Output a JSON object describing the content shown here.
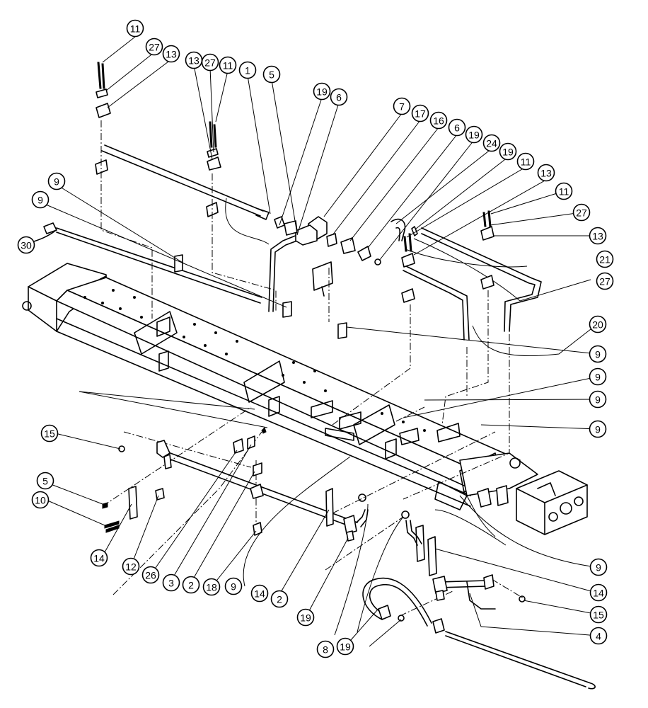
{
  "diagram": {
    "type": "exploded-parts-view",
    "callouts": [
      "11",
      "27",
      "13",
      "13",
      "27",
      "11",
      "1",
      "5",
      "19",
      "6",
      "7",
      "17",
      "16",
      "6",
      "19",
      "24",
      "19",
      "11",
      "13",
      "11",
      "27",
      "13",
      "21",
      "27",
      "20",
      "9",
      "9",
      "9",
      "9",
      "30",
      "9",
      "9",
      "15",
      "5",
      "10",
      "14",
      "12",
      "26",
      "3",
      "2",
      "18",
      "9",
      "14",
      "2",
      "19",
      "8",
      "19",
      "4",
      "15",
      "14",
      "9"
    ]
  }
}
